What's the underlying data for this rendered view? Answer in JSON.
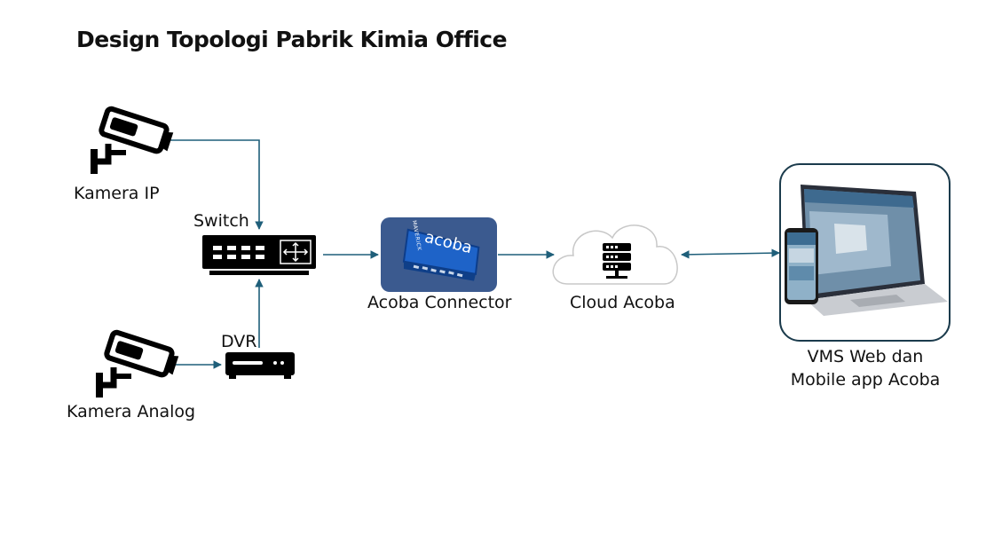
{
  "title": "Design Topologi Pabrik Kimia Office",
  "nodes": {
    "kamera_ip": "Kamera IP",
    "switch": "Switch",
    "dvr": "DVR",
    "kamera_analog": "Kamera Analog",
    "connector": "Acoba Connector",
    "connector_brand": "acoba",
    "connector_sub": "MAVERICK",
    "cloud": "Cloud Acoba",
    "vms_line1": "VMS Web dan",
    "vms_line2": "Mobile app Acoba"
  },
  "colors": {
    "line": "#1f5f7a",
    "connector_bg": "#3b5a8f",
    "device_blue": "#1e63c8"
  }
}
